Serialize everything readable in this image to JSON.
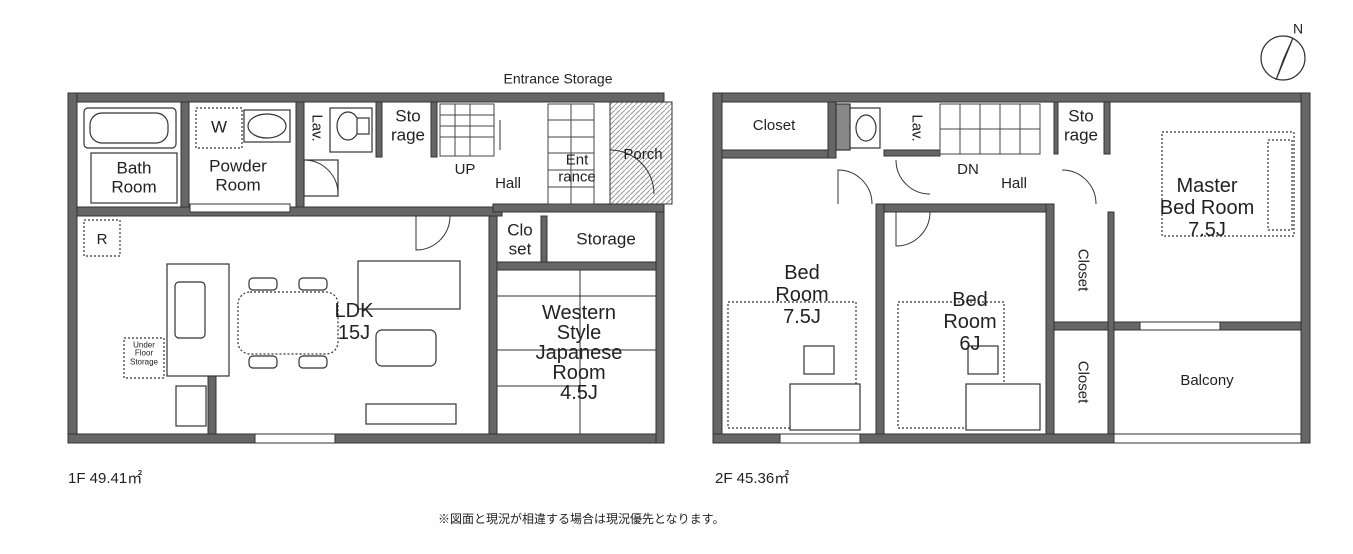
{
  "floors": [
    {
      "id": "1f",
      "area_label": "1F 49.41㎡",
      "rooms": [
        {
          "key": "bath",
          "lines": [
            "Bath",
            "Room"
          ]
        },
        {
          "key": "powder",
          "lines": [
            "Powder",
            "Room"
          ]
        },
        {
          "key": "washer",
          "lines": [
            "W"
          ]
        },
        {
          "key": "lav",
          "lines": [
            "Lav."
          ]
        },
        {
          "key": "storage_small",
          "lines": [
            "Sto",
            "rage"
          ]
        },
        {
          "key": "entrance_storage",
          "lines": [
            "Entrance Storage"
          ]
        },
        {
          "key": "up",
          "lines": [
            "UP"
          ]
        },
        {
          "key": "hall",
          "lines": [
            "Hall"
          ]
        },
        {
          "key": "entrance",
          "lines": [
            "Ent",
            "rance"
          ]
        },
        {
          "key": "porch",
          "lines": [
            "Porch"
          ]
        },
        {
          "key": "ldk",
          "lines": [
            "LDK",
            "15J"
          ]
        },
        {
          "key": "fridge",
          "lines": [
            "R"
          ]
        },
        {
          "key": "underfloor",
          "lines": [
            "Under",
            "Floor",
            "Storage"
          ]
        },
        {
          "key": "closet",
          "lines": [
            "Clo",
            "set"
          ]
        },
        {
          "key": "storage",
          "lines": [
            "Storage"
          ]
        },
        {
          "key": "western",
          "lines": [
            "Western",
            "Style",
            "Japanese",
            "Room",
            "4.5J"
          ]
        }
      ]
    },
    {
      "id": "2f",
      "area_label": "2F 45.36㎡",
      "rooms": [
        {
          "key": "closet_top",
          "lines": [
            "Closet"
          ]
        },
        {
          "key": "lav",
          "lines": [
            "Lav."
          ]
        },
        {
          "key": "dn",
          "lines": [
            "DN"
          ]
        },
        {
          "key": "hall",
          "lines": [
            "Hall"
          ]
        },
        {
          "key": "storage",
          "lines": [
            "Sto",
            "rage"
          ]
        },
        {
          "key": "master",
          "lines": [
            "Master",
            "Bed Room",
            "7.5J"
          ]
        },
        {
          "key": "bed75",
          "lines": [
            "Bed",
            "Room",
            "7.5J"
          ]
        },
        {
          "key": "bed6",
          "lines": [
            "Bed",
            "Room",
            "6J"
          ]
        },
        {
          "key": "closet_mid",
          "lines": [
            "Closet"
          ]
        },
        {
          "key": "closet_low",
          "lines": [
            "Closet"
          ]
        },
        {
          "key": "balcony",
          "lines": [
            "Balcony"
          ]
        }
      ]
    }
  ],
  "compass": {
    "label": "N",
    "icon": "compass-icon"
  },
  "note": "※図面と現況が相違する場合は現況優先となります。",
  "colors": {
    "wall": "#555555",
    "line": "#333333",
    "hatch": "#9a9a9a"
  }
}
